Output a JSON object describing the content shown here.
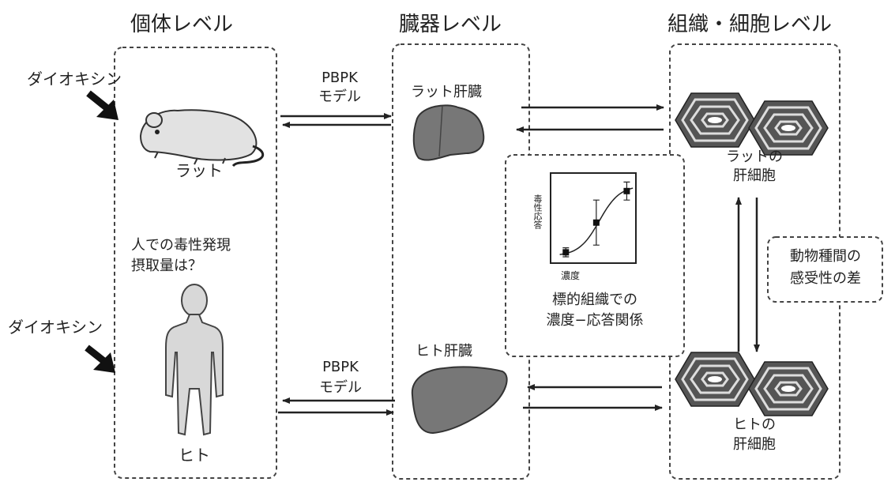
{
  "headers": {
    "individual": "個体レベル",
    "organ": "臓器レベル",
    "tissue": "組織・細胞レベル"
  },
  "left": {
    "dioxin_top": "ダイオキシン",
    "rat": "ラット",
    "question_line1": "人での毒性発現",
    "question_line2": "摂取量は？",
    "dioxin_bottom": "ダイオキシン",
    "human": "ヒト"
  },
  "pbpk": {
    "top_line1": "PBPK",
    "top_line2": "モデル",
    "bottom_line1": "PBPK",
    "bottom_line2": "モデル"
  },
  "organ": {
    "rat_liver": "ラット肝臓",
    "human_liver": "ヒト肝臓"
  },
  "center_box": {
    "ylabel": "毒性応答",
    "xlabel": "濃度",
    "caption_line1": "標的組織での",
    "caption_line2": "濃度−応答関係"
  },
  "cells": {
    "rat_line1": "ラットの",
    "rat_line2": "肝細胞",
    "human_line1": "ヒトの",
    "human_line2": "肝細胞"
  },
  "species": {
    "line1": "動物種間の",
    "line2": "感受性の差"
  },
  "chart_data": {
    "type": "scatter",
    "xlabel": "濃度",
    "ylabel": "毒性応答",
    "points": [
      {
        "x": 1,
        "y": 0.12,
        "err": 0.05
      },
      {
        "x": 2,
        "y": 0.45,
        "err": 0.25
      },
      {
        "x": 3,
        "y": 0.8,
        "err": 0.1
      }
    ],
    "fit": "sigmoid"
  }
}
